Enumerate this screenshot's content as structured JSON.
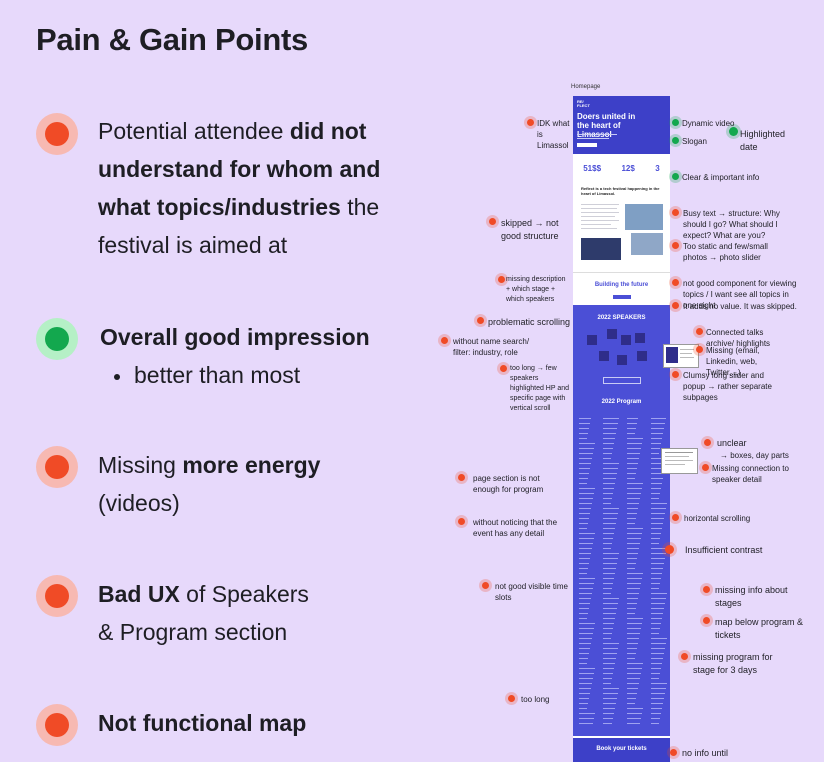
{
  "title": "Pain & Gain Points",
  "points": [
    {
      "status": "red",
      "parts": [
        "Potential attendee ",
        "did not understand for whom and what topics/industries",
        " the festival is aimed at"
      ]
    },
    {
      "status": "green",
      "parts": [
        "Overall good impression"
      ],
      "sub": "better than most"
    },
    {
      "status": "red",
      "parts": [
        "Missing ",
        "more energy",
        "(videos)"
      ]
    },
    {
      "status": "red",
      "parts": [
        "Bad UX",
        " of Speakers",
        "& Program section"
      ]
    },
    {
      "status": "red",
      "parts": [
        "Not functional map"
      ]
    }
  ],
  "mockup": {
    "label": "Homepage",
    "logo": "RE/\nFLECT",
    "hero_title": "Doers united in the heart of Limassol",
    "stats": [
      "51$$",
      "12$",
      "3"
    ],
    "about_title": "Reflect is a tech festival happening in the heart of Limassol.",
    "building_title": "Building the future",
    "speakers_title": "2022 SPEAKERS",
    "program_title": "2022 Program",
    "tickets_title": "Book your tickets"
  },
  "annotations": {
    "idk": "IDK what is Limassol",
    "dynamic_video": "Dynamic video",
    "slogan": "Slogan",
    "highlighted_date": "Highlighted date",
    "clear_info": "Clear & important info",
    "skipped": "skipped → not good structure",
    "busy_text": "Busy text → structure: Why should I go? What should I expect? What are you?",
    "static_photos": "Too static and few/small photos → photo slider",
    "missing_desc": "missing description + which stage + which speakers",
    "not_good_component": "not good component for viewing topics / I want see all topics in one sight",
    "no_value": "It adds no value. It was skipped.",
    "problematic_scrolling": "problematic scrolling",
    "without_search": "without name search/ filter: industry, role",
    "connected_talks": "Connected talks archive/ highlights",
    "missing_social": "Missing (email, Linkedin, web, Twitter,...)",
    "too_long_speakers": "too long → few speakers highlighted HP and specific page with vertical scroll",
    "clumsy_slider": "Clumsy long slider and popup → rather separate subpages",
    "unclear": "unclear",
    "unclear_sub": "→ boxes, day parts",
    "missing_connection": "Missing connection to speaker detail",
    "page_section": "page section is not enough for program",
    "without_noticing": "without noticing that the event has any detail",
    "horizontal_scrolling": "horizontal scrolling",
    "insufficient_contrast": "Insufficient contrast",
    "time_slots": "not good visible time slots",
    "missing_stages": "missing info about stages",
    "map_below": "map below program & tickets",
    "missing_program": "missing program for stage for 3 days",
    "too_long": "too long",
    "no_info_until": "no info until"
  },
  "colors": {
    "background": "#e7d9fb",
    "pain": "#f04b26",
    "gain": "#13a84e",
    "mockup": "#4b4fd6"
  }
}
